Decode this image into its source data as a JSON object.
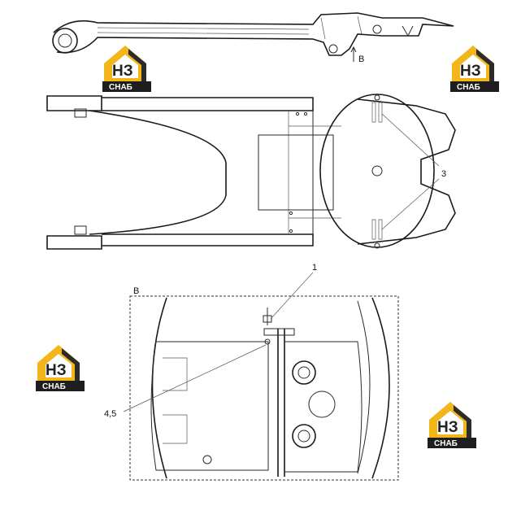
{
  "callouts": {
    "view_b_arrow": "B",
    "view_b_title": "B",
    "item_3": "3",
    "item_1": "1",
    "item_4_5": "4,5"
  },
  "logo": {
    "letters": "НЗ",
    "caption": "СНАБ",
    "colors": {
      "house": "#f2b51a",
      "inner": "#ffffff",
      "text": "#222222",
      "caption_bg": "#1e1e1e",
      "caption_text": "#ffffff"
    }
  }
}
